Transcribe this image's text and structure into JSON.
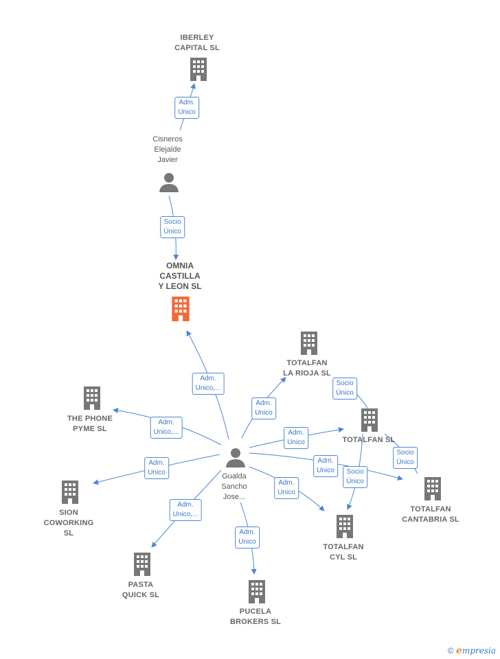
{
  "nodes": {
    "iberley": {
      "label": "IBERLEY\nCAPITAL  SL",
      "type": "company"
    },
    "cisneros": {
      "label": "Cisneros\nElejalde\nJavier",
      "type": "person"
    },
    "omnia": {
      "label": "OMNIA\nCASTILLA\nY LEON  SL",
      "type": "focus"
    },
    "totalfan_rioja": {
      "label": "TOTALFAN\nLA RIOJA  SL",
      "type": "company"
    },
    "the_phone": {
      "label": "THE PHONE\nPYME  SL",
      "type": "company"
    },
    "totalfan": {
      "label": "TOTALFAN SL",
      "type": "company"
    },
    "gualda": {
      "label": "Gualda\nSancho\nJose...",
      "type": "person"
    },
    "sion": {
      "label": "SION\nCOWORKING\nSL",
      "type": "company"
    },
    "totalfan_cantabria": {
      "label": "TOTALFAN\nCANTABRIA  SL",
      "type": "company"
    },
    "totalfan_cyl": {
      "label": "TOTALFAN\nCYL  SL",
      "type": "company"
    },
    "pasta_quick": {
      "label": "PASTA\nQUICK  SL",
      "type": "company"
    },
    "pucela": {
      "label": "PUCELA\nBROKERS  SL",
      "type": "company"
    }
  },
  "edge_labels": {
    "cisneros_iberley": "Adm.\nUnico",
    "cisneros_omnia": "Socio\nÚnico",
    "gualda_omnia": "Adm.\nUnico,...",
    "gualda_rioja": "Adm.\nUnico",
    "totalfan_rioja": "Socio\nÚnico",
    "gualda_phone": "Adm.\nUnico,...",
    "gualda_totalfan": "Adm.\nUnico",
    "gualda_sion": "Adm.\nUnico",
    "gualda_cantabria": "Adm.\nUnico",
    "totalfan_cantabria": "Socio\nÚnico",
    "totalfan_cyl": "Socio\nÚnico",
    "gualda_cyl": "Adm.\nUnico",
    "gualda_pasta": "Adm.\nUnico,...",
    "gualda_pucela": "Adm.\nUnico"
  },
  "colors": {
    "edge": "#4a86d4",
    "company_icon": "#777777",
    "focus_icon": "#f26a3a",
    "person_icon": "#777777"
  },
  "footer": {
    "copyright": "©",
    "brand_initial": "e",
    "brand_rest": "mpresia"
  }
}
